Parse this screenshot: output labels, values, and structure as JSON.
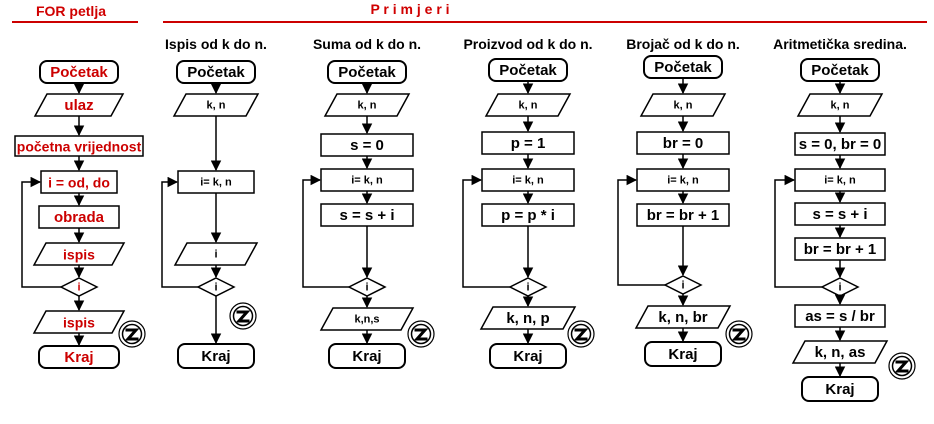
{
  "header": {
    "left_title": "FOR petlja",
    "right_title": "P r i m j e r i"
  },
  "colors": {
    "accent_red": "#cc0000",
    "stroke": "#000000",
    "fill": "#ffffff"
  },
  "icons": [
    "flowchart-logo-icon"
  ],
  "columns": [
    {
      "id": "for",
      "title": "",
      "red": true,
      "nodes": [
        {
          "kind": "terminal",
          "text": "Početak"
        },
        {
          "kind": "io",
          "text": "ulaz"
        },
        {
          "kind": "process",
          "text": "početna vrijednost"
        },
        {
          "kind": "process",
          "text": "i = od, do"
        },
        {
          "kind": "process",
          "text": "obrada"
        },
        {
          "kind": "io",
          "text": "ispis"
        },
        {
          "kind": "decision",
          "text": "i"
        },
        {
          "kind": "io",
          "text": "ispis"
        },
        {
          "kind": "terminal",
          "text": "Kraj"
        }
      ]
    },
    {
      "id": "ispis",
      "title": "Ispis od k do n.",
      "nodes": [
        {
          "kind": "terminal",
          "text": "Početak"
        },
        {
          "kind": "io",
          "text": "k, n"
        },
        {
          "kind": "process",
          "text": "i= k,  n"
        },
        {
          "kind": "io",
          "text": "i"
        },
        {
          "kind": "decision",
          "text": "i"
        },
        {
          "kind": "terminal",
          "text": "Kraj"
        }
      ]
    },
    {
      "id": "suma",
      "title": "Suma od k do n.",
      "nodes": [
        {
          "kind": "terminal",
          "text": "Početak"
        },
        {
          "kind": "io",
          "text": "k, n"
        },
        {
          "kind": "process",
          "text": "s = 0"
        },
        {
          "kind": "process",
          "text": "i= k,  n"
        },
        {
          "kind": "process",
          "text": "s = s + i"
        },
        {
          "kind": "decision",
          "text": "i"
        },
        {
          "kind": "io",
          "text": "k,n,s"
        },
        {
          "kind": "terminal",
          "text": "Kraj"
        }
      ]
    },
    {
      "id": "proizvod",
      "title": "Proizvod od k do n.",
      "nodes": [
        {
          "kind": "terminal",
          "text": "Početak"
        },
        {
          "kind": "io",
          "text": "k, n"
        },
        {
          "kind": "process",
          "text": "p = 1"
        },
        {
          "kind": "process",
          "text": "i= k,  n"
        },
        {
          "kind": "process",
          "text": "p = p * i"
        },
        {
          "kind": "decision",
          "text": "i"
        },
        {
          "kind": "io",
          "text": "k, n, p"
        },
        {
          "kind": "terminal",
          "text": "Kraj"
        }
      ]
    },
    {
      "id": "brojac",
      "title": "Brojač od k do n.",
      "nodes": [
        {
          "kind": "terminal",
          "text": "Početak"
        },
        {
          "kind": "io",
          "text": "k, n"
        },
        {
          "kind": "process",
          "text": "br = 0"
        },
        {
          "kind": "process",
          "text": "i= k,  n"
        },
        {
          "kind": "process",
          "text": "br = br + 1"
        },
        {
          "kind": "decision",
          "text": "i"
        },
        {
          "kind": "io",
          "text": "k, n, br"
        },
        {
          "kind": "terminal",
          "text": "Kraj"
        }
      ]
    },
    {
      "id": "aritmeticka",
      "title": "Aritmetička sredina.",
      "nodes": [
        {
          "kind": "terminal",
          "text": "Početak"
        },
        {
          "kind": "io",
          "text": "k, n"
        },
        {
          "kind": "process",
          "text": "s = 0, br = 0"
        },
        {
          "kind": "process",
          "text": "i= k,  n"
        },
        {
          "kind": "process",
          "text": "s = s + i"
        },
        {
          "kind": "process",
          "text": "br = br + 1"
        },
        {
          "kind": "decision",
          "text": "i"
        },
        {
          "kind": "process",
          "text": "as = s / br"
        },
        {
          "kind": "io",
          "text": "k, n, as"
        },
        {
          "kind": "terminal",
          "text": "Kraj"
        }
      ]
    }
  ]
}
